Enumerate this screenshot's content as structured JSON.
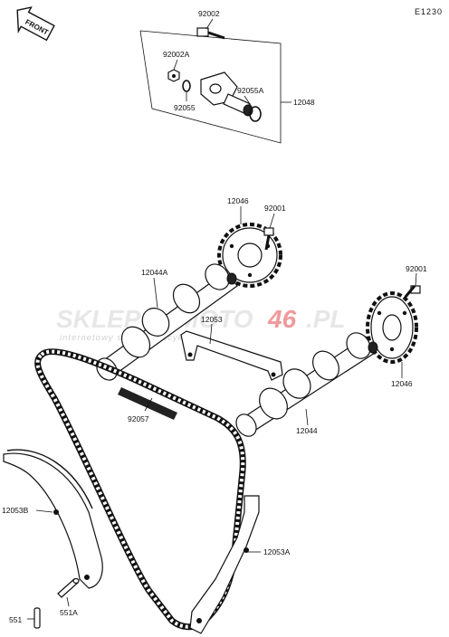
{
  "diagram_code": "E1230",
  "front_arrow_label": "FRONT",
  "watermark": {
    "brand_left": "SKLEP",
    "brand_mid": "MOTO",
    "brand_accent": "46",
    "brand_tld": ".PL",
    "tagline": "internetowy sklep motocyklowy"
  },
  "labels": {
    "bolt_top": "92002",
    "nut": "92002A",
    "oring_small": "92055",
    "oring_large": "92055A",
    "tensioner": "12048",
    "sprocket_upper": "12046",
    "bolt_sprocket_upper": "92001",
    "camshaft_upper": "12044A",
    "bolt_sprocket_lower": "92001",
    "guide_top": "12053",
    "sprocket_lower": "12046",
    "camshaft_lower": "12044",
    "chain": "92057",
    "guide_left": "12053B",
    "guide_right": "12053A",
    "pin_small": "551",
    "pin_large": "551A"
  }
}
